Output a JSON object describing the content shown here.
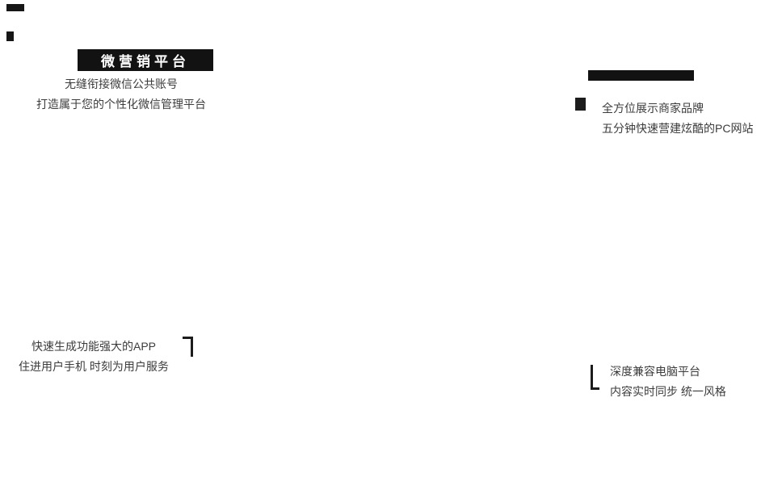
{
  "colors": {
    "background": "#ffffff",
    "title_badge_bg": "#121212",
    "title_badge_text": "#ffffff",
    "body_text": "#3c3c3c"
  },
  "features": {
    "wechat": {
      "title": "微营销平台",
      "line1": "无缝衔接微信公共账号",
      "line2": "打造属于您的个性化微信管理平台"
    },
    "pc": {
      "line1": "全方位展示商家品牌",
      "line2": "五分钟快速营建炫酷的PC网站"
    },
    "app": {
      "line1": "快速生成功能强大的APP",
      "line2": "住进用户手机 时刻为用户服务"
    },
    "desktop": {
      "line1": "深度兼容电脑平台",
      "line2": "内容实时同步 统一风格"
    }
  }
}
